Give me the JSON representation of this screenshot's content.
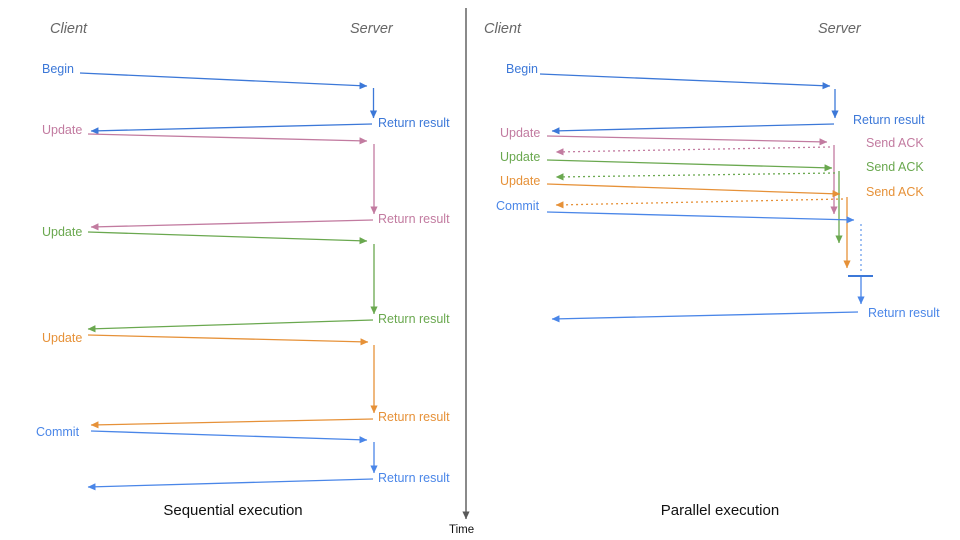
{
  "diagram": {
    "time_axis_label": "Time",
    "colors": {
      "begin_blue": "#3c78d8",
      "commit_blue": "#4a86e8",
      "wait_blue_dotted": "#6d9eeb",
      "update_pink": "#c27ba0",
      "update_green": "#6aa84f",
      "update_orange": "#e69138",
      "header_gray": "#666666",
      "time_axis_gray": "#595959"
    },
    "panels": [
      {
        "id": "sequential",
        "title": "Sequential execution",
        "client_header": "Client",
        "server_header": "Server",
        "operations": [
          {
            "label": "Begin",
            "color": "#3c78d8",
            "request_style": "solid",
            "response": "Return result",
            "response_style": "solid"
          },
          {
            "label": "Update",
            "color": "#c27ba0",
            "request_style": "solid",
            "response": "Return result",
            "response_style": "solid"
          },
          {
            "label": "Update",
            "color": "#6aa84f",
            "request_style": "solid",
            "response": "Return result",
            "response_style": "solid"
          },
          {
            "label": "Update",
            "color": "#e69138",
            "request_style": "solid",
            "response": "Return result",
            "response_style": "solid"
          },
          {
            "label": "Commit",
            "color": "#4a86e8",
            "request_style": "solid",
            "response": "Return result",
            "response_style": "solid"
          }
        ]
      },
      {
        "id": "parallel",
        "title": "Parallel execution",
        "client_header": "Client",
        "server_header": "Server",
        "operations": [
          {
            "label": "Begin",
            "color": "#3c78d8",
            "request_style": "solid",
            "response": "Return result",
            "response_style": "solid"
          },
          {
            "label": "Update",
            "color": "#c27ba0",
            "request_style": "solid",
            "response": "Send ACK",
            "response_style": "dotted"
          },
          {
            "label": "Update",
            "color": "#6aa84f",
            "request_style": "solid",
            "response": "Send ACK",
            "response_style": "dotted"
          },
          {
            "label": "Update",
            "color": "#e69138",
            "request_style": "solid",
            "response": "Send ACK",
            "response_style": "dotted"
          },
          {
            "label": "Commit",
            "color": "#4a86e8",
            "request_style": "solid",
            "response": "Return result",
            "response_style": "solid"
          }
        ]
      }
    ]
  }
}
